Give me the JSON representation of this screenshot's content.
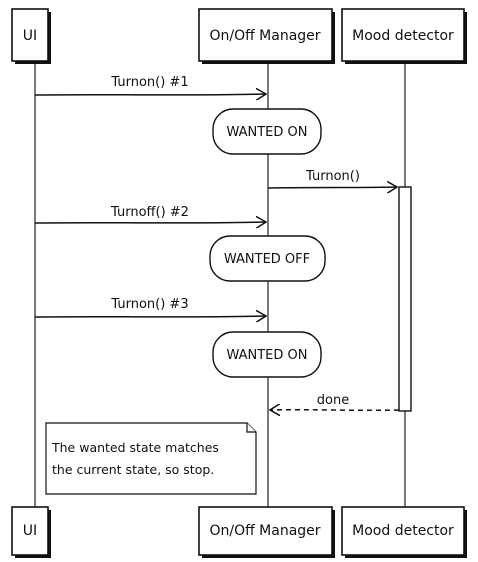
{
  "participants": {
    "ui": "UI",
    "manager": "On/Off Manager",
    "mood": "Mood detector"
  },
  "messages": {
    "m1": "Turnon() #1",
    "m2": "Turnon()",
    "m3": "Turnoff() #2",
    "m4": "Turnon() #3",
    "m5": "done"
  },
  "states": {
    "s1": "WANTED ON",
    "s2": "WANTED OFF",
    "s3": "WANTED ON"
  },
  "note": {
    "line1": "The wanted state matches",
    "line2": "the current state, so stop."
  }
}
